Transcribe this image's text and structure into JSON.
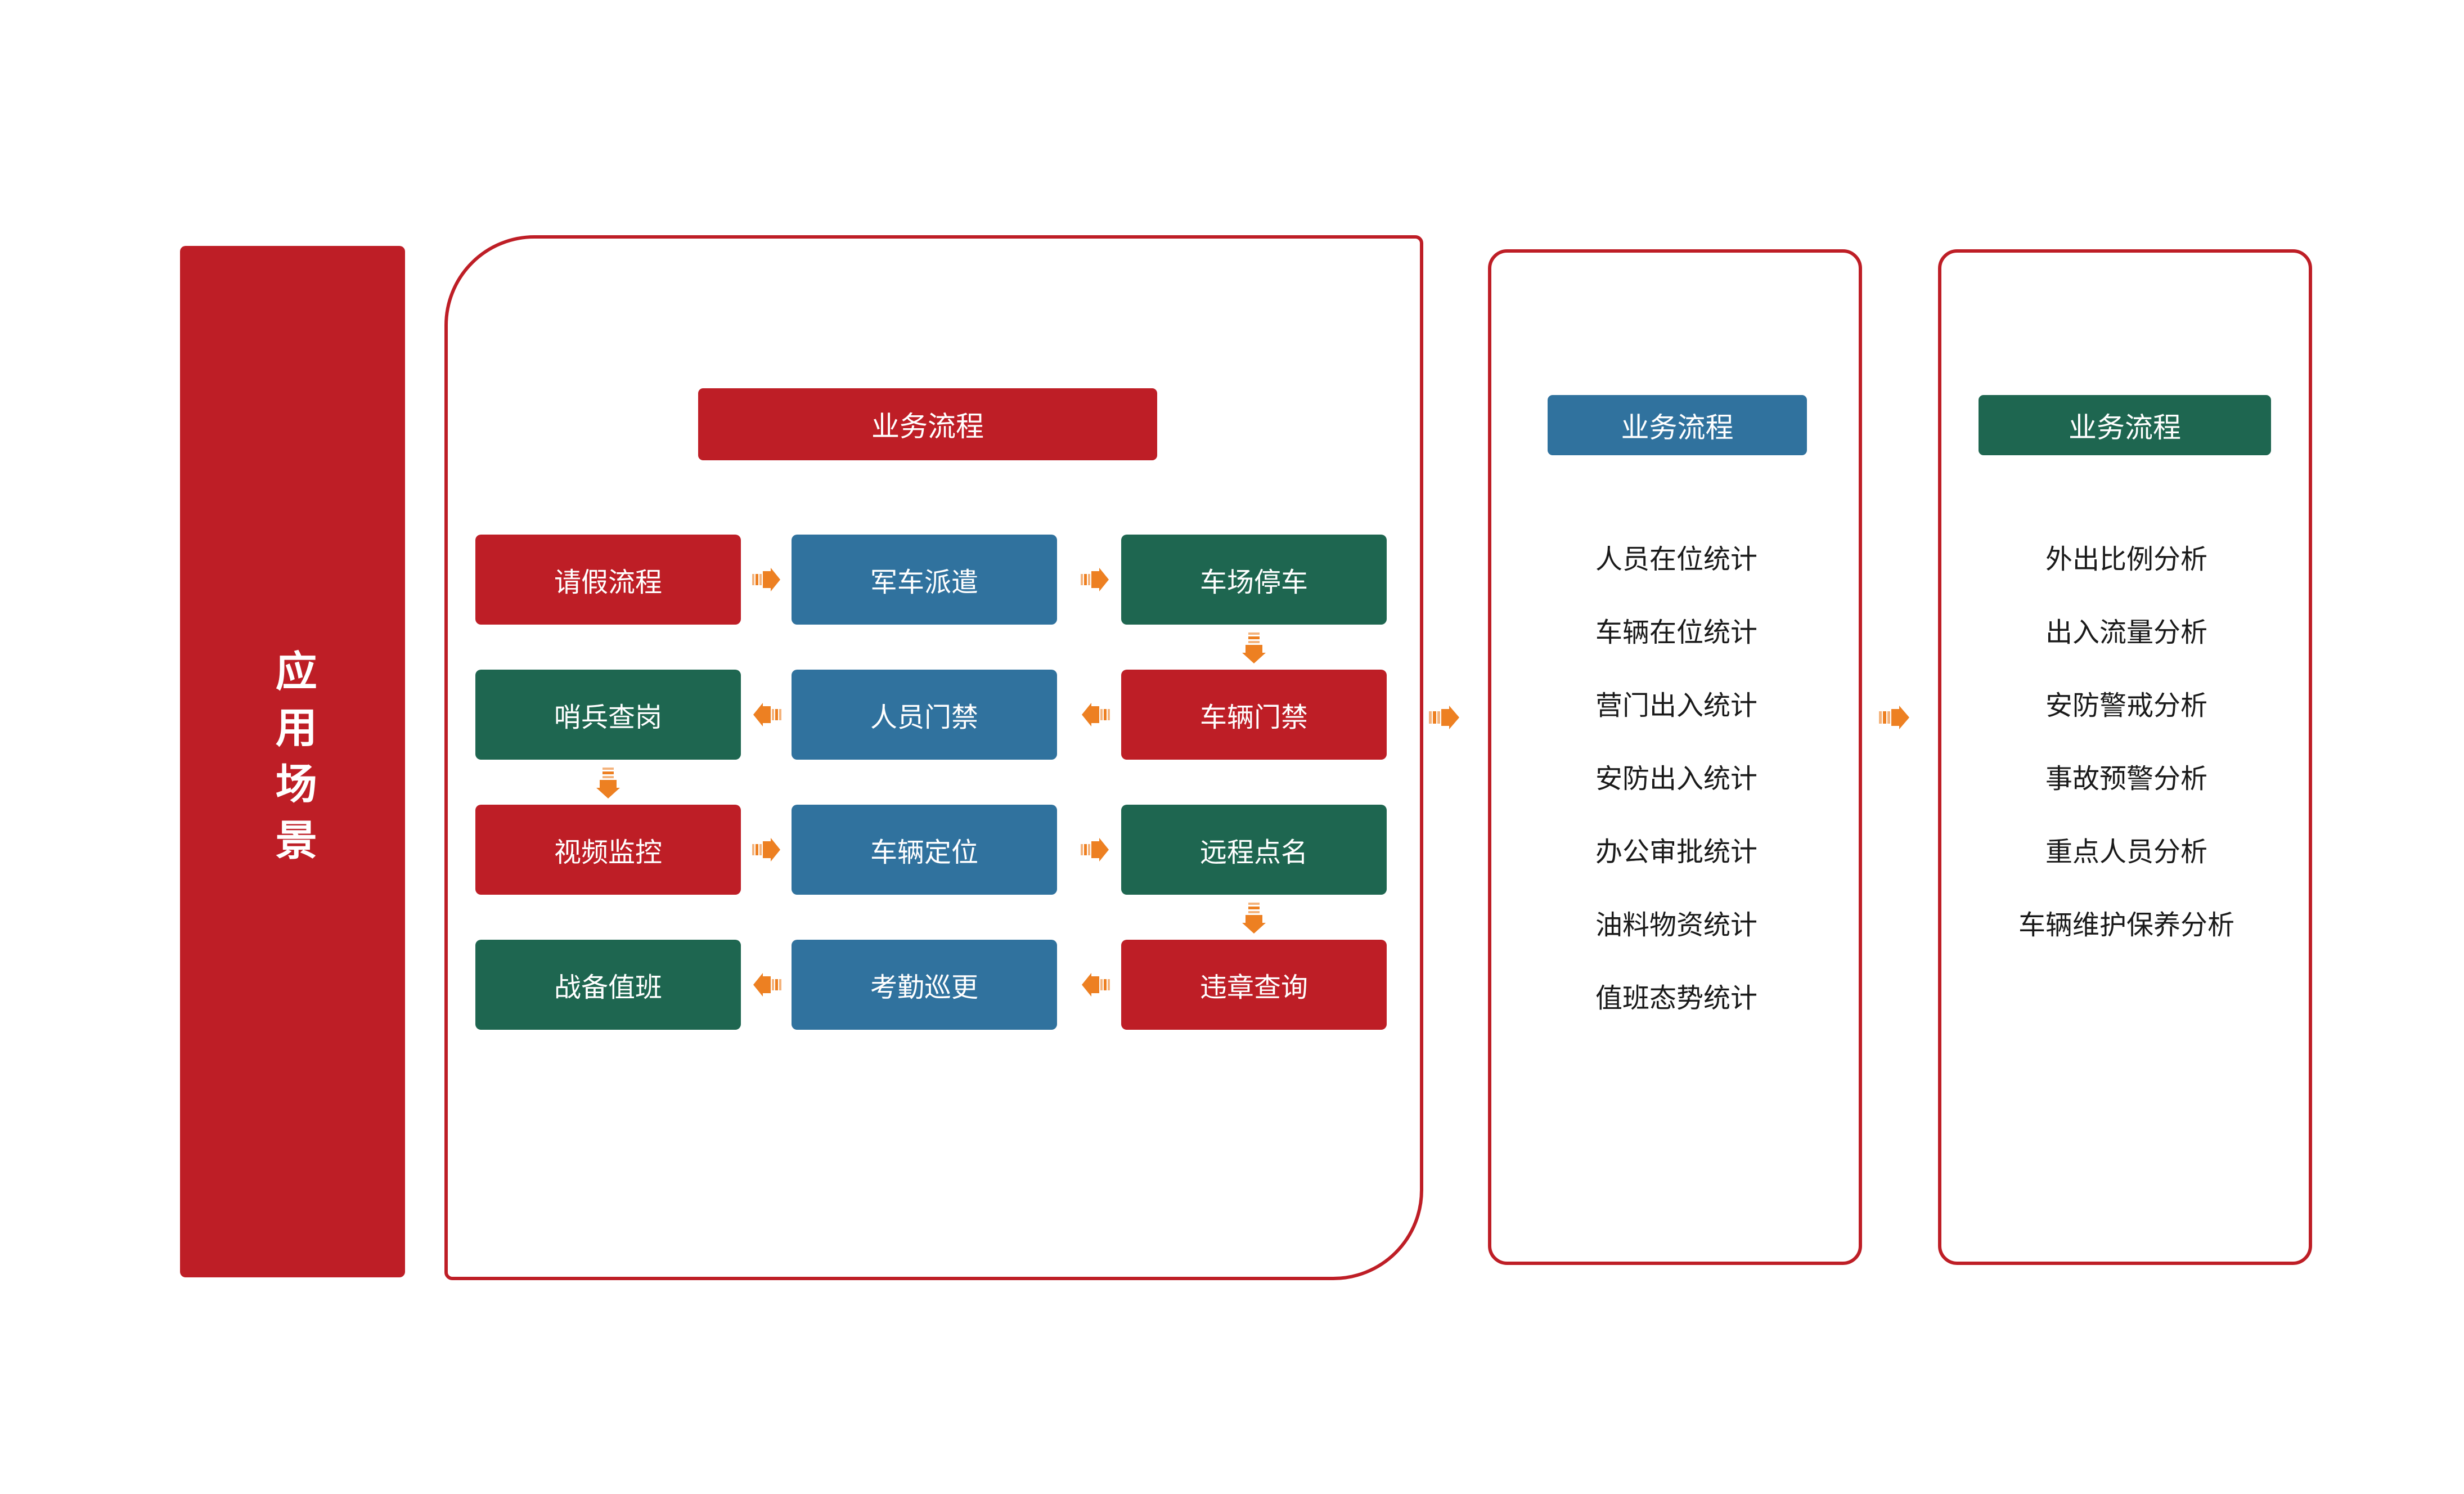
{
  "sidebar": {
    "label": "应用场景"
  },
  "colors": {
    "red": "#BE1E26",
    "blue": "#30729E",
    "green": "#1E6650",
    "arrow_orange": "#ED8022",
    "panel_border": "#BE1E26",
    "text_dark": "#1A1A1A",
    "text_light": "#FFFFFF"
  },
  "panels": {
    "main": {
      "header": "业务流程",
      "header_color": "#BE1E26",
      "rows": [
        {
          "cells": [
            {
              "label": "请假流程",
              "color": "red"
            },
            {
              "label": "军车派遣",
              "color": "blue"
            },
            {
              "label": "车场停车",
              "color": "green"
            }
          ],
          "arrows": [
            "right",
            "right"
          ]
        },
        {
          "cells": [
            {
              "label": "哨兵查岗",
              "color": "green"
            },
            {
              "label": "人员门禁",
              "color": "blue"
            },
            {
              "label": "车辆门禁",
              "color": "red"
            }
          ],
          "arrows": [
            "left",
            "left"
          ]
        },
        {
          "cells": [
            {
              "label": "视频监控",
              "color": "red"
            },
            {
              "label": "车辆定位",
              "color": "blue"
            },
            {
              "label": "远程点名",
              "color": "green"
            }
          ],
          "arrows": [
            "right",
            "right"
          ]
        },
        {
          "cells": [
            {
              "label": "战备值班",
              "color": "green"
            },
            {
              "label": "考勤巡更",
              "color": "blue"
            },
            {
              "label": "违章查询",
              "color": "red"
            }
          ],
          "arrows": [
            "left",
            "left"
          ]
        }
      ],
      "vertical_arrows": [
        {
          "from_row": 0,
          "to_row": 1,
          "column": 2,
          "direction": "down"
        },
        {
          "from_row": 1,
          "to_row": 2,
          "column": 0,
          "direction": "down"
        },
        {
          "from_row": 2,
          "to_row": 3,
          "column": 2,
          "direction": "down"
        }
      ]
    },
    "statistics": {
      "header": "业务流程",
      "header_color": "#30729E",
      "items": [
        "人员在位统计",
        "车辆在位统计",
        "营门出入统计",
        "安防出入统计",
        "办公审批统计",
        "油料物资统计",
        "值班态势统计"
      ]
    },
    "analysis": {
      "header": "业务流程",
      "header_color": "#1E6650",
      "items": [
        "外出比例分析",
        "出入流量分析",
        "安防警戒分析",
        "事故预警分析",
        "重点人员分析",
        "车辆维护保养分析"
      ]
    }
  },
  "connectors": [
    {
      "from": "main",
      "to": "statistics",
      "direction": "right"
    },
    {
      "from": "statistics",
      "to": "analysis",
      "direction": "right"
    }
  ]
}
